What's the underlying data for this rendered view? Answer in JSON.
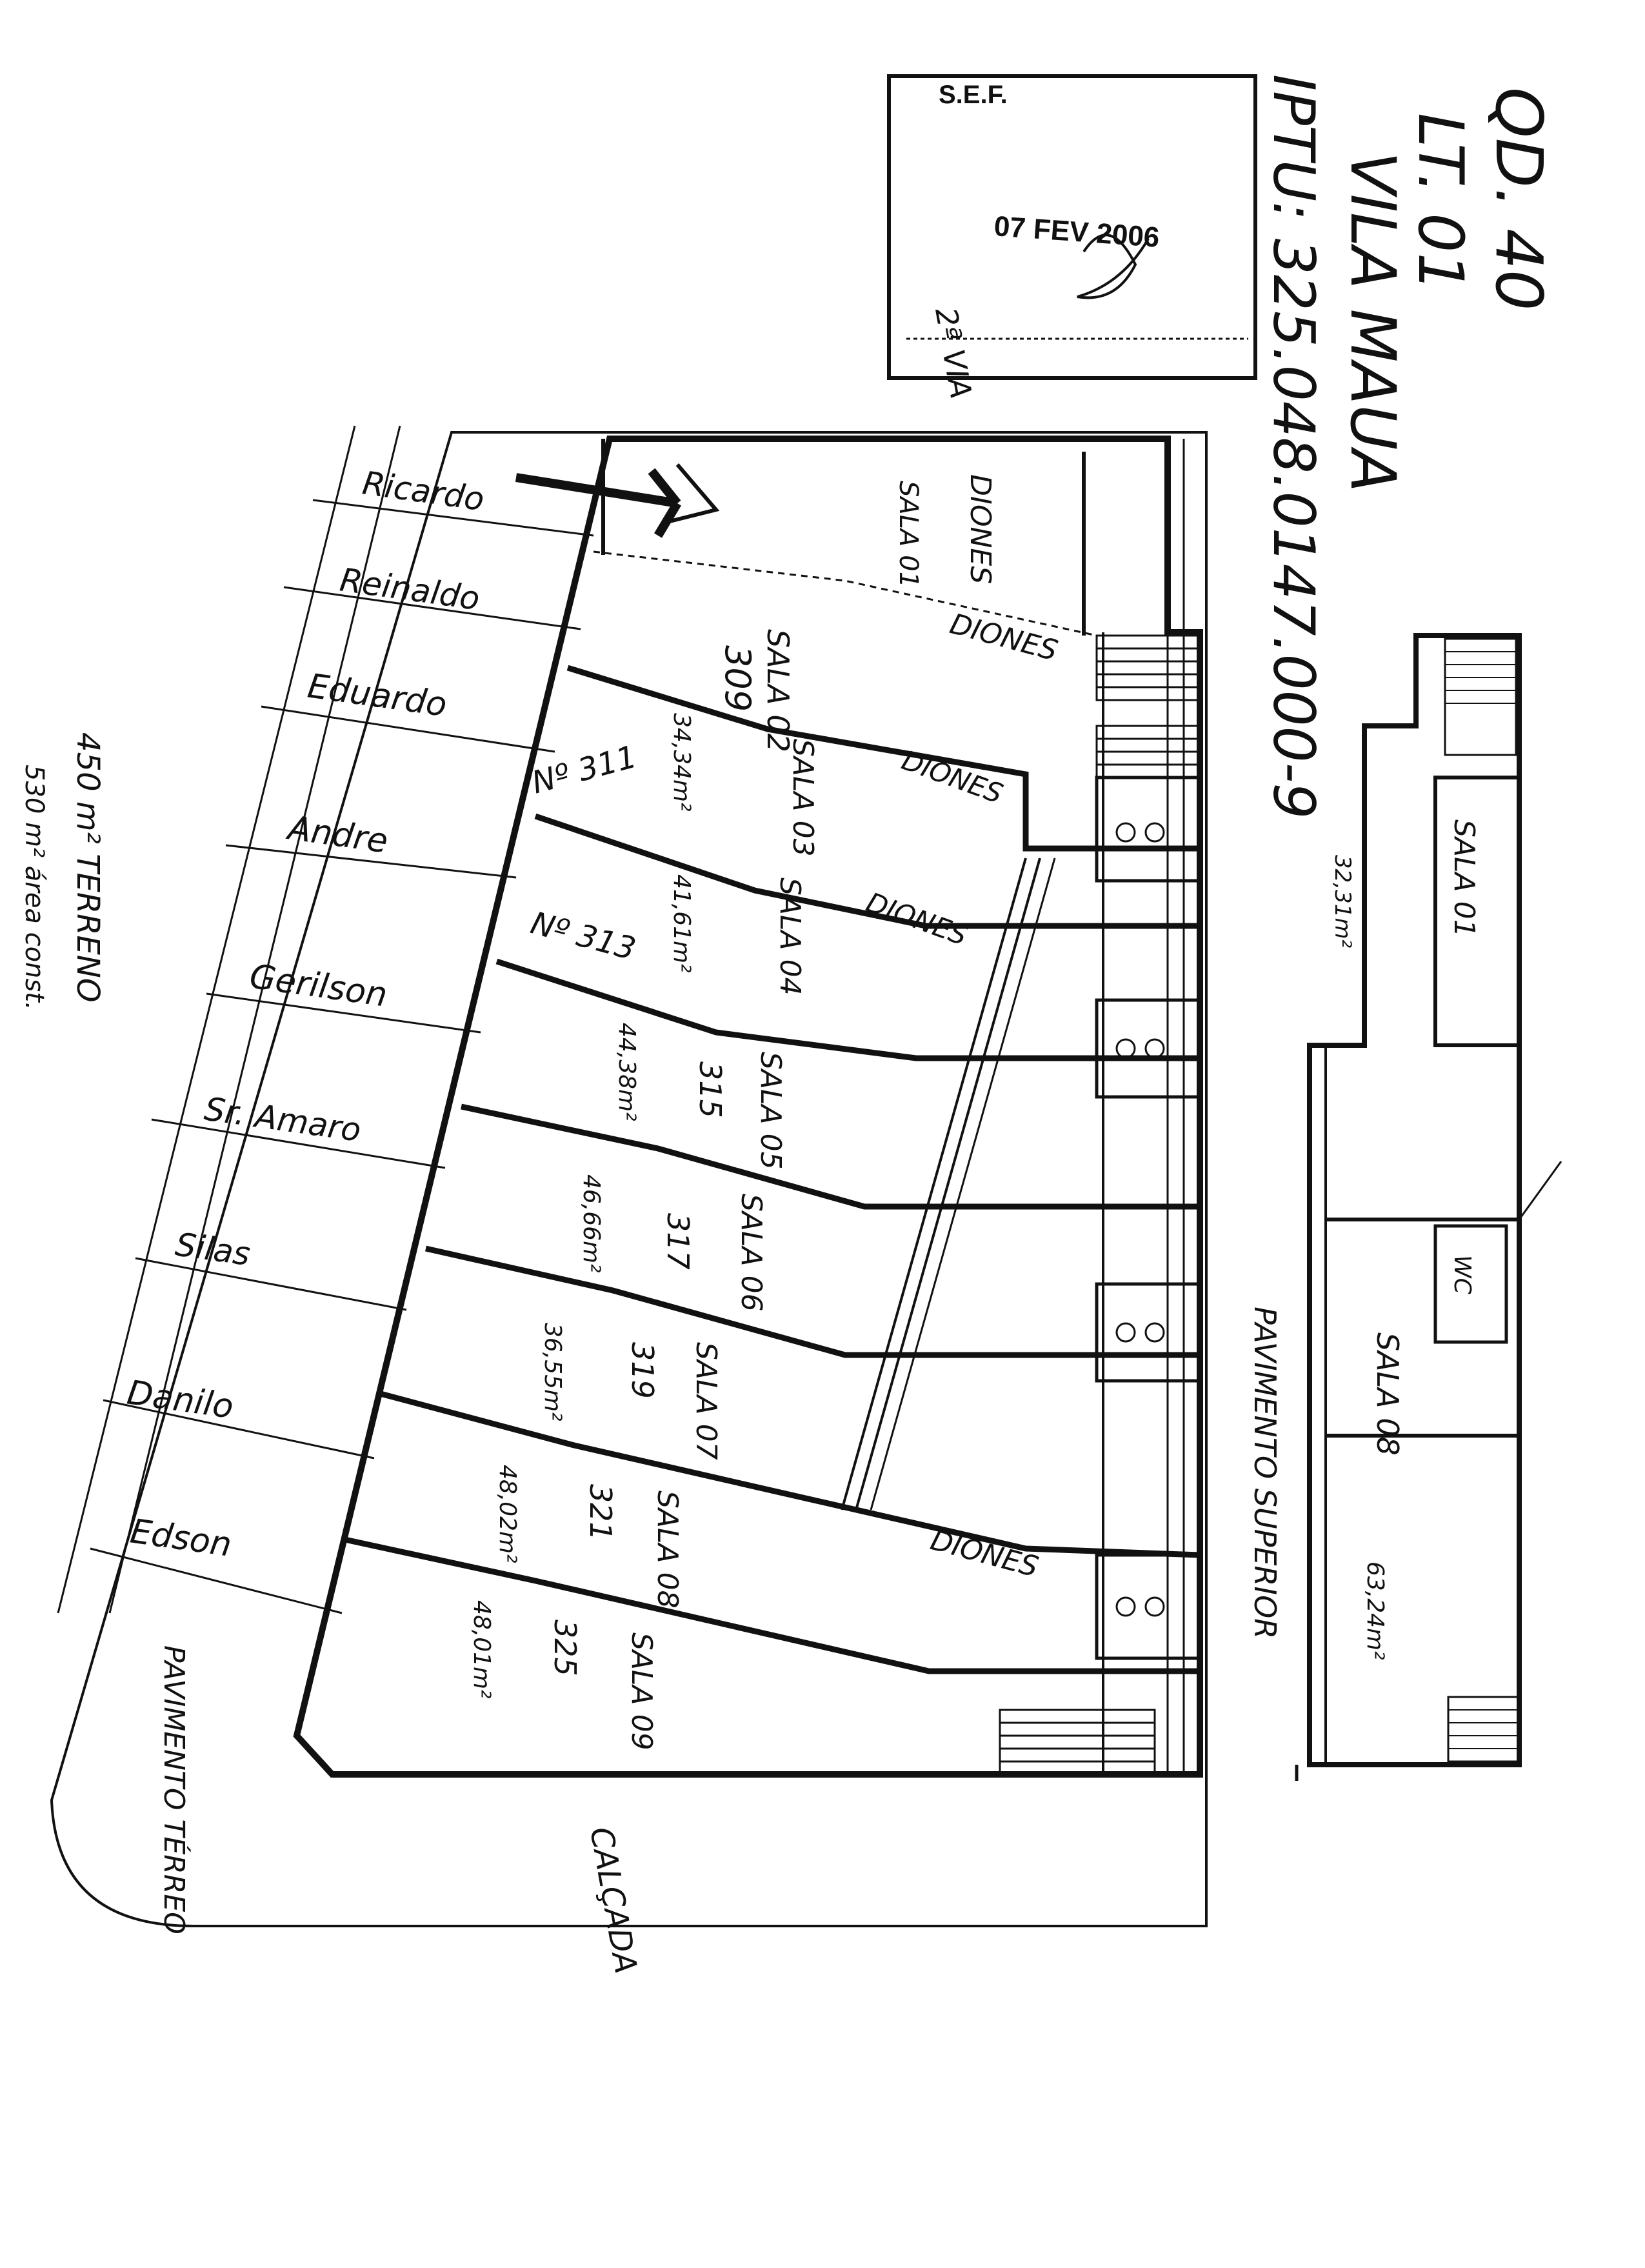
{
  "header": {
    "line1": "QD. 40",
    "line2": "LT. 01",
    "line3": "VILA MAUA",
    "line4": "IPTU: 325.048.0147.000-9"
  },
  "stamp": {
    "agency": "S.E.F.",
    "date": "07 FEV 2006",
    "handwritten": "2ª VIA"
  },
  "rooms": [
    {
      "id": "sala01",
      "label": "SALA 01",
      "num": "",
      "area": "",
      "note": "DIONES"
    },
    {
      "id": "sala02",
      "label": "SALA 02",
      "num": "309",
      "area": "",
      "note": "DIONES"
    },
    {
      "id": "sala03",
      "label": "SALA 03",
      "num": "Nº 311",
      "area": "34,34m²",
      "note": "DIONES"
    },
    {
      "id": "sala04",
      "label": "SALA 04",
      "num": "Nº 313",
      "area": "41,61m²",
      "note": "DIONES"
    },
    {
      "id": "sala05",
      "label": "SALA 05",
      "num": "315",
      "area": "44,38m²",
      "note": ""
    },
    {
      "id": "sala06",
      "label": "SALA 06",
      "num": "317",
      "area": "46,66m²",
      "note": ""
    },
    {
      "id": "sala07",
      "label": "SALA 07",
      "num": "319",
      "area": "36,55m²",
      "note": ""
    },
    {
      "id": "sala08",
      "label": "SALA 08",
      "num": "321",
      "area": "48,02m²",
      "note": "DIONES"
    },
    {
      "id": "sala09",
      "label": "SALA 09",
      "num": "325",
      "area": "48,01m²",
      "note": ""
    }
  ],
  "names": [
    "Ricardo",
    "Reinaldo",
    "Eduardo",
    "Andre",
    "Gerilson",
    "Sr. Amaro",
    "Silas",
    "Danilo",
    "Edson"
  ],
  "upper_floor": {
    "title": "PAVIMENTO SUPERIOR",
    "room1": "SALA 01",
    "room1_area": "32,31m²",
    "room2": "SALA 08",
    "room2_area": "63,24m²",
    "small_room": "WC"
  },
  "ground_floor": {
    "title": "PAVIMENTO TÉRREO"
  },
  "side_notes": {
    "note1": "450 m² TERRENO",
    "note2": "530 m² área const."
  },
  "street_label": "CALÇADA",
  "ink_color": "#111111"
}
